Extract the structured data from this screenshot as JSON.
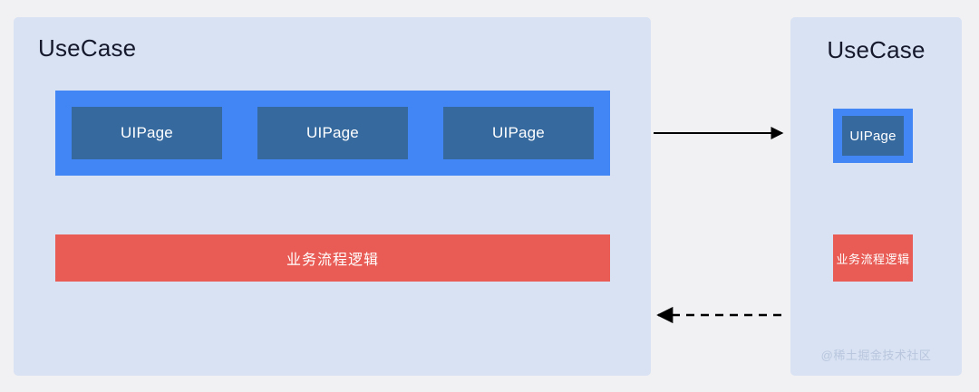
{
  "diagram": {
    "background_color": "#f1f0f2",
    "panel_color": "#d8e2f3",
    "container_color": "#4285f4",
    "page_color": "#36699e",
    "logic_color": "#e85c55"
  },
  "left_panel": {
    "title": "UseCase",
    "ui_pages": [
      {
        "label": "UIPage"
      },
      {
        "label": "UIPage"
      },
      {
        "label": "UIPage"
      }
    ],
    "logic": {
      "label": "业务流程逻辑"
    }
  },
  "right_panel": {
    "title": "UseCase",
    "ui_pages": [
      {
        "label": "UIPage"
      }
    ],
    "logic": {
      "label": "业务流程逻辑"
    },
    "watermark": "@稀土掘金技术社区"
  },
  "connectors": [
    {
      "name": "forward-arrow",
      "style": "solid",
      "direction": "right"
    },
    {
      "name": "return-arrow",
      "style": "dashed",
      "direction": "left"
    }
  ]
}
